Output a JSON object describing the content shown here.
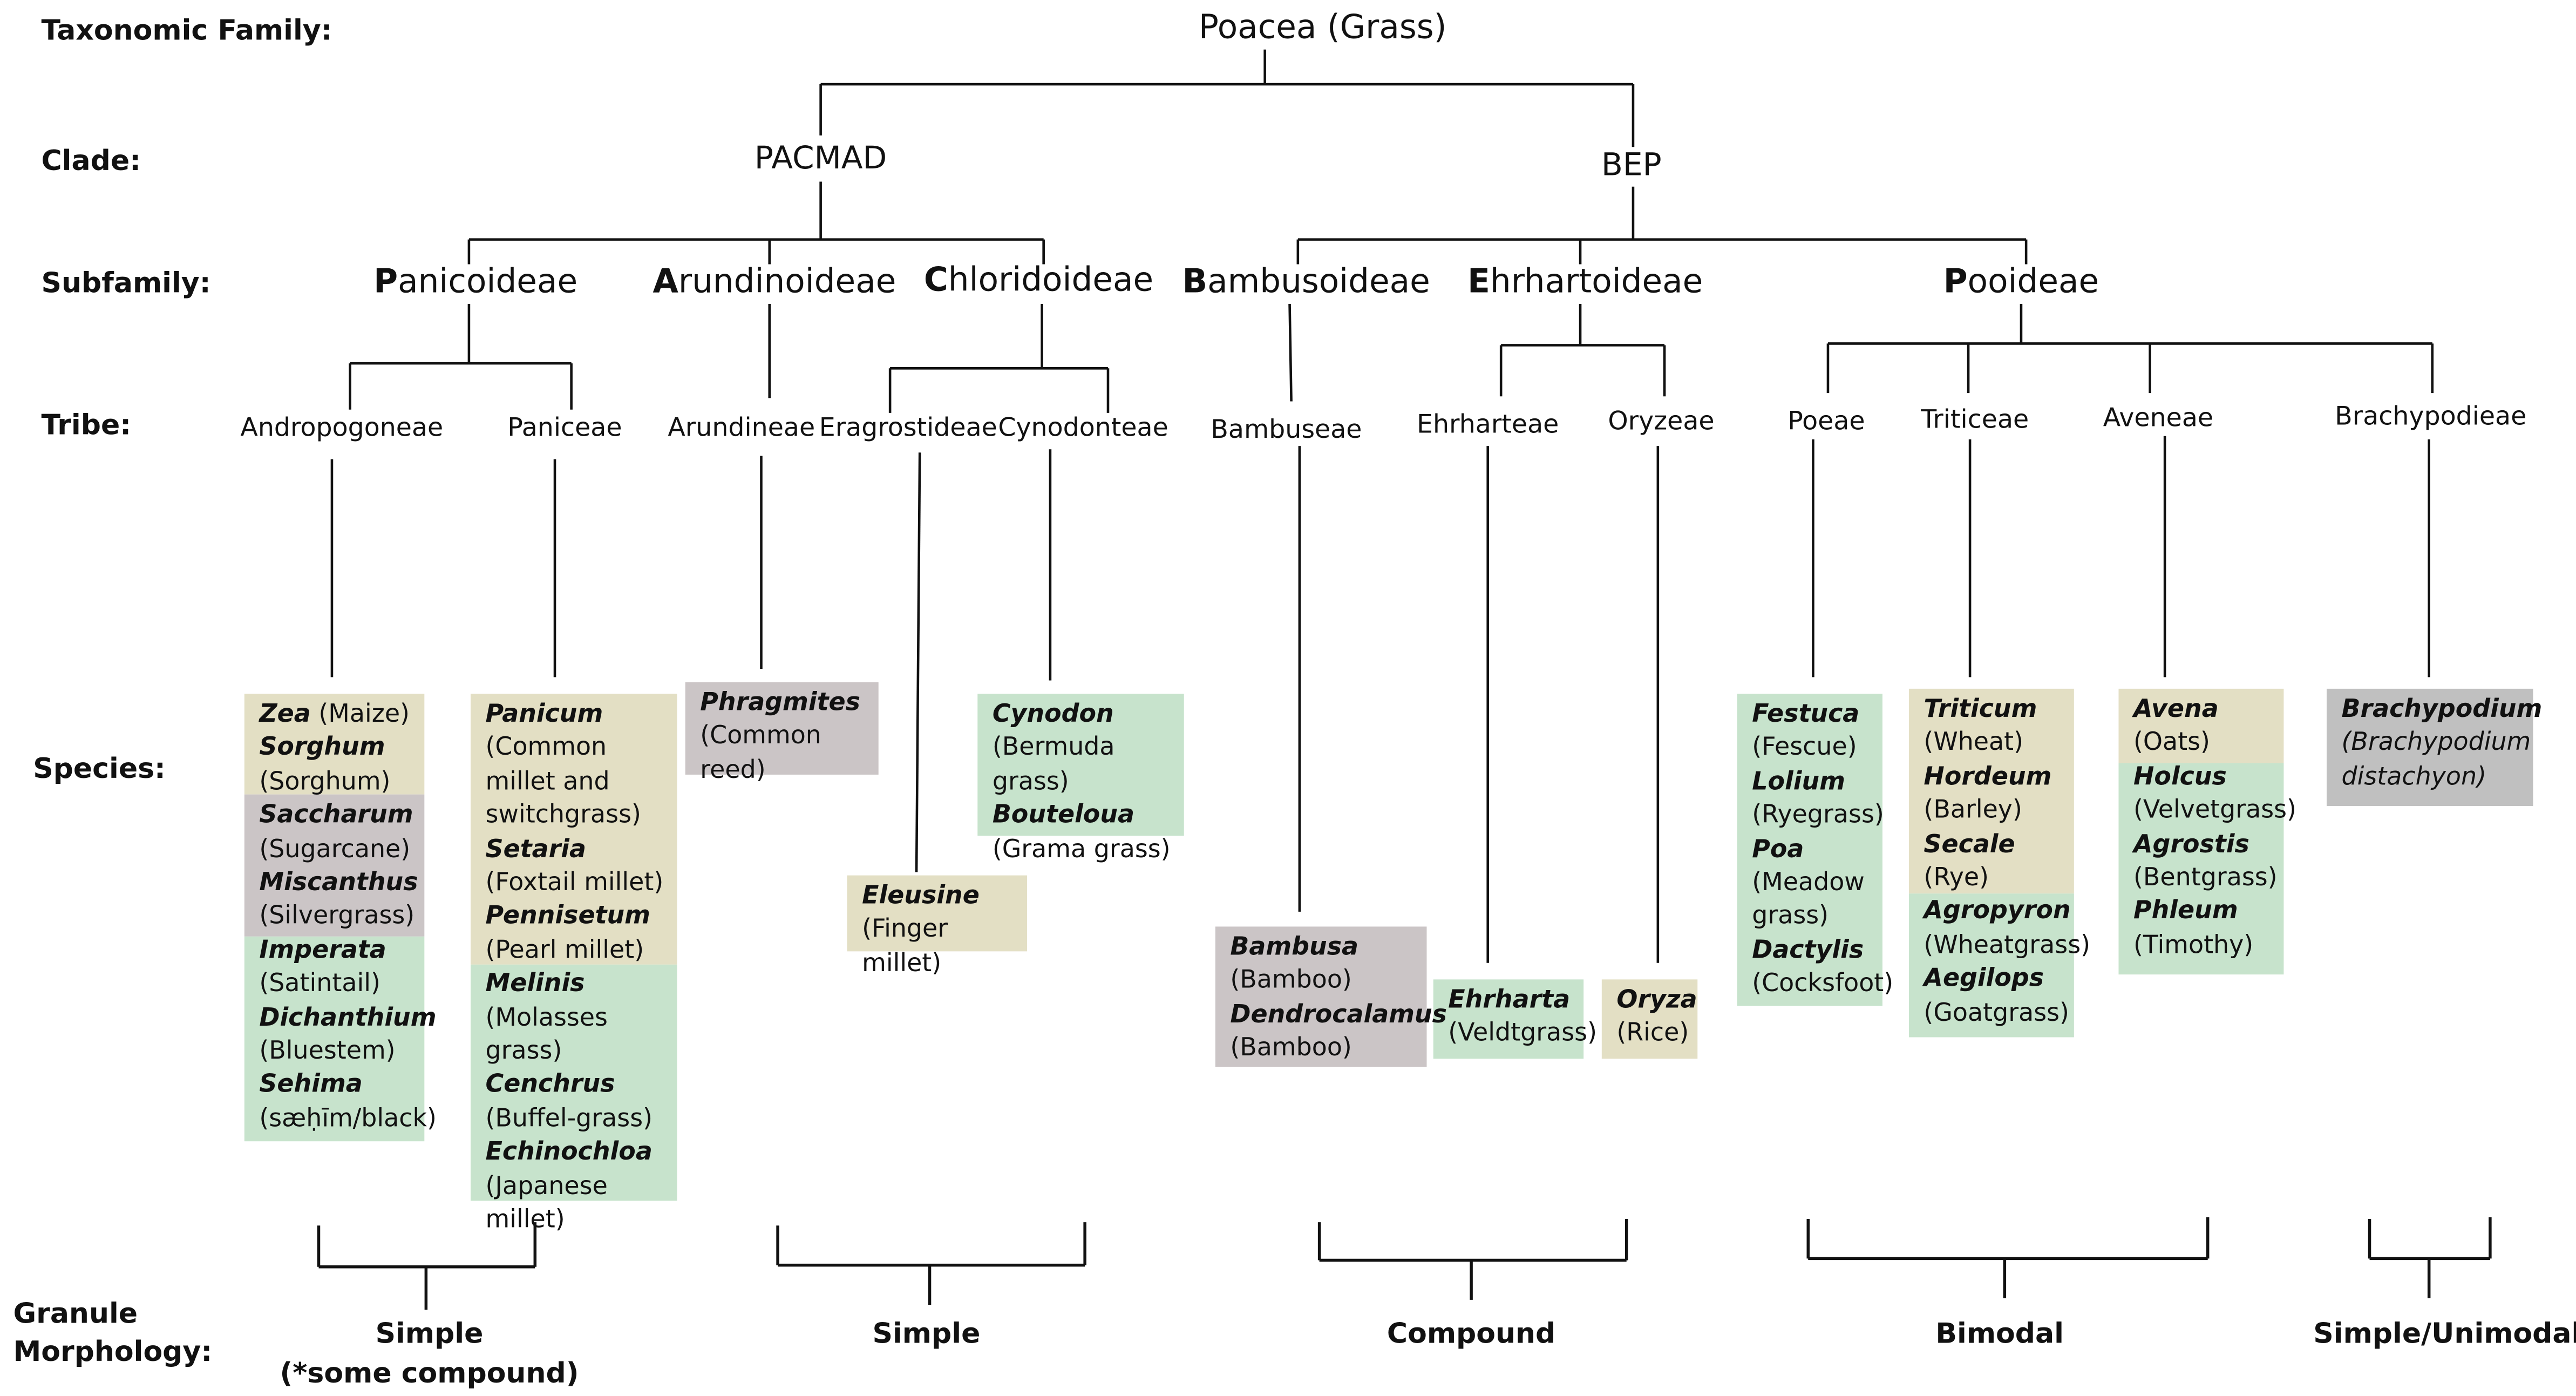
{
  "row_labels": {
    "family": "Taxonomic Family:",
    "clade": "Clade:",
    "subfamily": "Subfamily:",
    "tribe": "Tribe:",
    "species": "Species:",
    "granule_line1": "Granule",
    "granule_line2": "Morphology:"
  },
  "family": "Poacea (Grass)",
  "clades": [
    "PACMAD",
    "BEP"
  ],
  "subfamilies": [
    {
      "initial": "P",
      "rest": "anicoideae"
    },
    {
      "initial": "A",
      "rest": "rundinoideae"
    },
    {
      "initial": "C",
      "rest": "hloridoideae"
    },
    {
      "initial": "B",
      "rest": "ambusoideae"
    },
    {
      "initial": "E",
      "rest": "hrhartoideae"
    },
    {
      "initial": "P",
      "rest": "ooideae"
    }
  ],
  "tribes": [
    "Andropogoneae",
    "Paniceae",
    "Arundineae",
    "Eragrostideae",
    "Cynodonteae",
    "Bambuseae",
    "Ehrharteae",
    "Oryzeae",
    "Poeae",
    "Triticeae",
    "Aveneae",
    "Brachypodieae"
  ],
  "colors": {
    "tan": "#e3dfc4",
    "mauve": "#cbc5c6",
    "green": "#c7e3cc",
    "gray": "#c0c0c0",
    "line": "#111111"
  },
  "species": [
    {
      "tribe": "Andropogoneae",
      "segments": [
        {
          "color": "tan",
          "items": [
            {
              "genus": "Zea",
              "common": "(Maize)",
              "inline": true
            },
            {
              "genus": "Sorghum",
              "common": "(Sorghum)"
            }
          ]
        },
        {
          "color": "mauve",
          "items": [
            {
              "genus": "Saccharum",
              "common": "(Sugarcane)"
            },
            {
              "genus": "Miscanthus",
              "common": "(Silvergrass)"
            }
          ]
        },
        {
          "color": "green",
          "items": [
            {
              "genus": "Imperata",
              "common": "(Satintail)"
            },
            {
              "genus": "Dichanthium",
              "common": "(Bluestem)"
            },
            {
              "genus": "Sehima",
              "common": "(sæḥīm/black)"
            }
          ]
        }
      ]
    },
    {
      "tribe": "Paniceae",
      "segments": [
        {
          "color": "tan",
          "items": [
            {
              "genus": "Panicum",
              "common_lines": [
                "(Common",
                "millet and",
                "switchgrass)"
              ]
            },
            {
              "genus": "Setaria",
              "common": "(Foxtail millet)"
            },
            {
              "genus": "Pennisetum",
              "common": "(Pearl millet)"
            }
          ]
        },
        {
          "color": "green",
          "items": [
            {
              "genus": "Melinis",
              "common": "(Molasses grass)"
            },
            {
              "genus": "Cenchrus",
              "common": "(Buffel-grass)"
            },
            {
              "genus": "Echinochloa",
              "common": "(Japanese millet)"
            }
          ]
        }
      ]
    },
    {
      "tribe": "Arundineae",
      "segments": [
        {
          "color": "mauve",
          "items": [
            {
              "genus": "Phragmites",
              "common": "(Common reed)"
            }
          ]
        }
      ]
    },
    {
      "tribe": "Eragrostideae",
      "segments": [
        {
          "color": "tan",
          "items": [
            {
              "genus": "Eleusine",
              "common": "(Finger millet)"
            }
          ]
        }
      ]
    },
    {
      "tribe": "Cynodonteae",
      "segments": [
        {
          "color": "green",
          "items": [
            {
              "genus": "Cynodon",
              "common": "(Bermuda grass)"
            },
            {
              "genus": "Bouteloua",
              "common": "(Grama grass)"
            }
          ]
        }
      ]
    },
    {
      "tribe": "Bambuseae",
      "segments": [
        {
          "color": "mauve",
          "items": [
            {
              "genus": "Bambusa",
              "common": "(Bamboo)"
            },
            {
              "genus": "Dendrocalamus",
              "common": "(Bamboo)"
            }
          ]
        }
      ]
    },
    {
      "tribe": "Ehrharteae",
      "segments": [
        {
          "color": "green",
          "items": [
            {
              "genus": "Ehrharta",
              "common": "(Veldtgrass)"
            }
          ]
        }
      ]
    },
    {
      "tribe": "Oryzeae",
      "segments": [
        {
          "color": "tan",
          "items": [
            {
              "genus": "Oryza",
              "common": "(Rice)"
            }
          ]
        }
      ]
    },
    {
      "tribe": "Poeae",
      "segments": [
        {
          "color": "green",
          "items": [
            {
              "genus": "Festuca",
              "common": "(Fescue)"
            },
            {
              "genus": "Lolium",
              "common": "(Ryegrass)"
            },
            {
              "genus": "Poa",
              "common_lines": [
                "(Meadow",
                "grass)"
              ]
            },
            {
              "genus": "Dactylis",
              "common": "(Cocksfoot)"
            }
          ]
        }
      ]
    },
    {
      "tribe": "Triticeae",
      "segments": [
        {
          "color": "tan",
          "items": [
            {
              "genus": "Triticum",
              "common": "(Wheat)"
            },
            {
              "genus": "Hordeum",
              "common": "(Barley)"
            },
            {
              "genus": "Secale",
              "common": "(Rye)"
            }
          ]
        },
        {
          "color": "green",
          "items": [
            {
              "genus": "Agropyron",
              "common": "(Wheatgrass)"
            },
            {
              "genus": "Aegilops",
              "common": "(Goatgrass)"
            }
          ]
        }
      ]
    },
    {
      "tribe": "Aveneae",
      "segments": [
        {
          "color": "tan",
          "items": [
            {
              "genus": "Avena",
              "common": "(Oats)"
            }
          ]
        },
        {
          "color": "green",
          "items": [
            {
              "genus": "Holcus",
              "common": "(Velvetgrass)"
            },
            {
              "genus": "Agrostis",
              "common": "(Bentgrass)"
            },
            {
              "genus": "Phleum",
              "common": "(Timothy)"
            }
          ]
        }
      ]
    },
    {
      "tribe": "Brachypodieae",
      "segments": [
        {
          "color": "gray",
          "items": [
            {
              "genus": "Brachypodium",
              "common_lines": [
                "(Brachypodium",
                "distachyon)"
              ],
              "italic_common": true
            }
          ]
        }
      ]
    }
  ],
  "morphology": [
    {
      "lines": [
        "Simple",
        "(*some compound)"
      ]
    },
    {
      "lines": [
        "Simple"
      ]
    },
    {
      "lines": [
        "Compound"
      ]
    },
    {
      "lines": [
        "Bimodal"
      ]
    },
    {
      "lines": [
        "Simple/Unimodal"
      ]
    }
  ]
}
